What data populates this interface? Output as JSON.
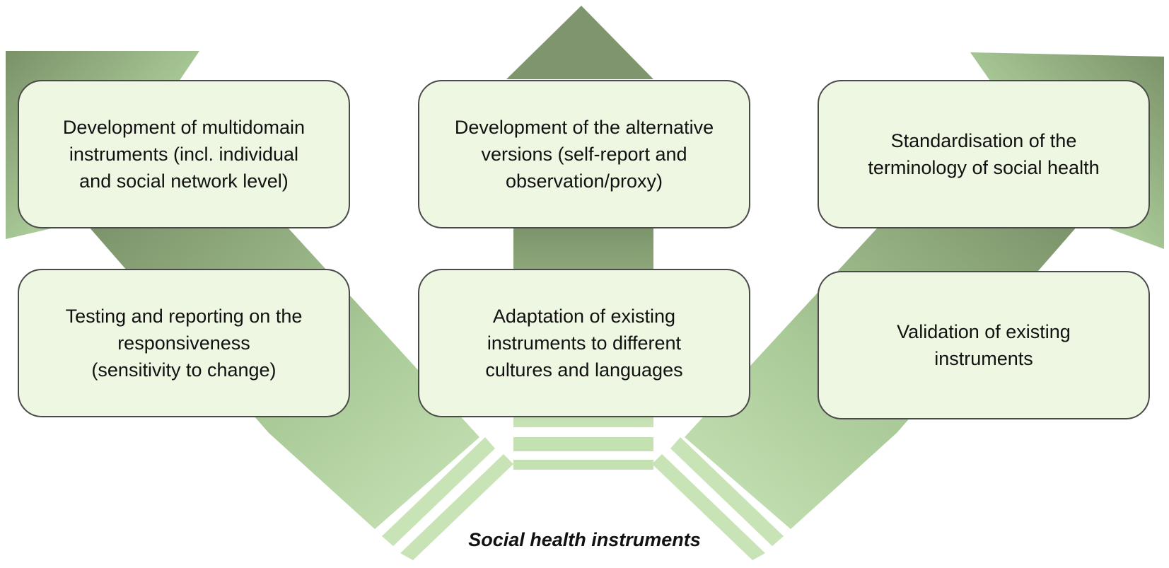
{
  "boxes": {
    "top_left": "Development of multidomain\ninstruments (incl. individual\nand social network level)",
    "top_center": "Development of the alternative\nversions (self-report and\nobservation/proxy)",
    "top_right": "Standardisation of the\nterminology of social health",
    "bottom_left": "Testing and reporting on the\nresponsiveness\n(sensitivity to change)",
    "bottom_center": "Adaptation of existing\ninstruments to different\ncultures and languages",
    "bottom_right": "Validation of existing\ninstruments"
  },
  "footer": {
    "caption": "Social health instruments"
  },
  "colors": {
    "arrow_dark": "#7e956e",
    "arrow_light": "#c4e1b2",
    "box_fill": "#eef7e2",
    "box_border": "#4a4a4a"
  }
}
